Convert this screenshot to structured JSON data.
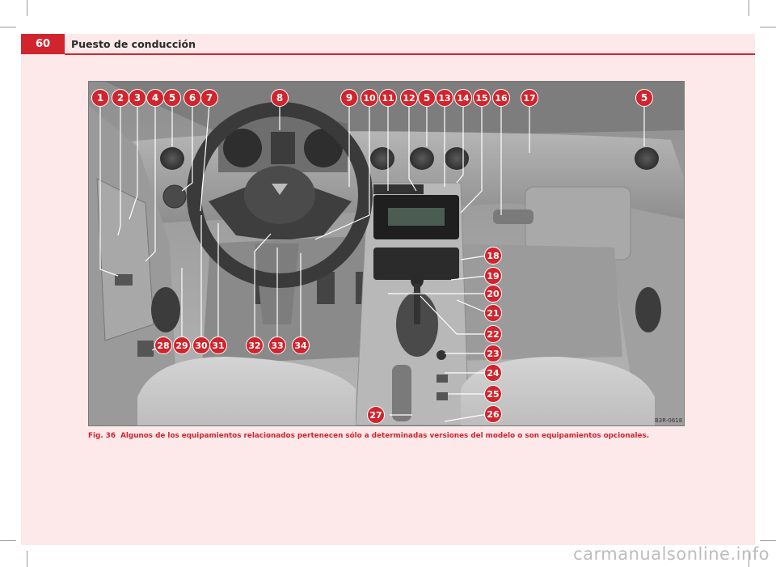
{
  "header": {
    "page_number": "60",
    "title": "Puesto de conducción"
  },
  "figure": {
    "code": "B3R-0618",
    "callouts_top": [
      "1",
      "2",
      "3",
      "4",
      "5",
      "6",
      "7",
      "8",
      "9",
      "10",
      "11",
      "12",
      "5",
      "13",
      "14",
      "15",
      "16",
      "17",
      "5"
    ],
    "callouts_right": [
      "18",
      "19",
      "20",
      "21",
      "22",
      "23",
      "24",
      "25",
      "26"
    ],
    "callouts_bottom": [
      "28",
      "29",
      "30",
      "31",
      "32",
      "33",
      "34",
      "27"
    ]
  },
  "caption": {
    "label": "Fig. 36",
    "text": "Algunos de los equipamientos relacionados pertenecen sólo a determinadas versiones del modelo o son equipamientos opcionales."
  },
  "watermark": "carmanualsonline.info",
  "colors": {
    "accent": "#d1242d",
    "page_bg": "#fde9ea"
  }
}
